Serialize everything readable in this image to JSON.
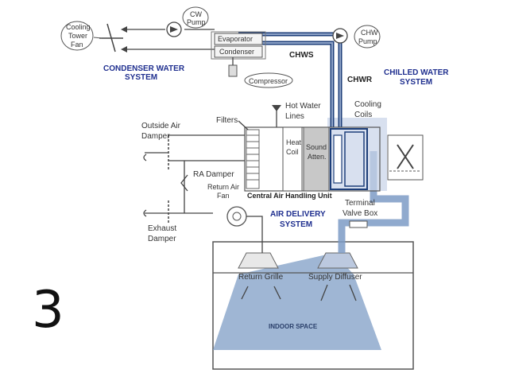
{
  "slide_number": "3",
  "colors": {
    "chilled_water": "#1e3f7a",
    "air": "#7d9bc6",
    "indoor_fill": "#8ea9cc",
    "system_label": "#1f2f8f"
  },
  "labels": {
    "cooling_tower_fan": [
      "Cooling",
      "Tower",
      "Fan"
    ],
    "cw_pump": [
      "CW",
      "Pump"
    ],
    "chw_pump": [
      "CHW",
      "Pump"
    ],
    "evaporator": "Evaporator",
    "condenser": "Condenser",
    "compressor": "Compressor",
    "condenser_water_system": [
      "CONDENSER WATER",
      "SYSTEM"
    ],
    "chws": "CHWS",
    "chwr": "CHWR",
    "chilled_water_system": [
      "CHILLED WATER",
      "SYSTEM"
    ],
    "hot_water_lines": [
      "Hot Water",
      "Lines"
    ],
    "cooling_coils": [
      "Cooling",
      "Coils"
    ],
    "filters": "Filters",
    "outside_air_damper": [
      "Outside Air",
      "Damper"
    ],
    "ra_damper": "RA Damper",
    "return_air_fan": [
      "Return Air",
      "Fan"
    ],
    "heat_coil": [
      "Heat",
      "Coil"
    ],
    "sound_atten": [
      "Sound",
      "Atten."
    ],
    "central_air_handling_unit": "Central Air Handling Unit",
    "terminal_valve_box": [
      "Terminal",
      "Valve Box"
    ],
    "air_delivery_system": [
      "AIR DELIVERY",
      "SYSTEM"
    ],
    "exhaust_damper": [
      "Exhaust",
      "Damper"
    ],
    "return_grille": "Return Grille",
    "supply_diffuser": "Supply Diffuser",
    "indoor_space": "INDOOR SPACE"
  }
}
